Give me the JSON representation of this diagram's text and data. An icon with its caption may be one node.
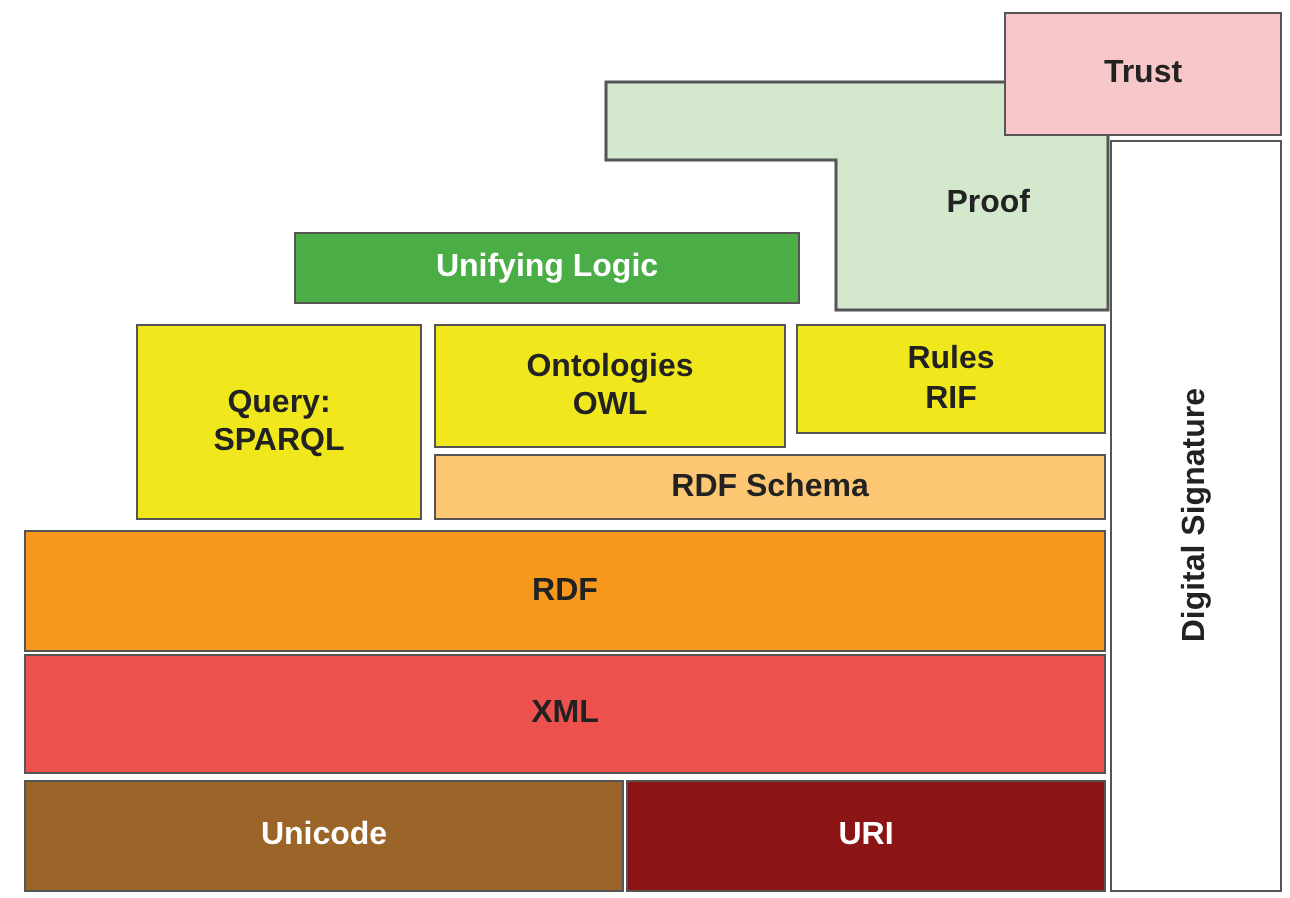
{
  "diagram": {
    "nodes": [
      {
        "text": [
          "Trust"
        ]
      },
      {
        "text": [
          "Proof"
        ]
      },
      {
        "text": [
          "Unifying Logic"
        ]
      },
      {
        "text": [
          "Query: SPARQL"
        ]
      },
      {
        "text": [
          "Ontologies OWL"
        ]
      },
      {
        "text": [
          "Rules RIF"
        ]
      },
      {
        "text": [
          "RDF Schema"
        ]
      },
      {
        "text": [
          "RDF"
        ]
      },
      {
        "text": [
          "XML"
        ]
      },
      {
        "text": [
          "Unicode"
        ]
      },
      {
        "text": [
          "URI"
        ]
      },
      {
        "text": [
          "Digital Signature"
        ]
      }
    ]
  }
}
